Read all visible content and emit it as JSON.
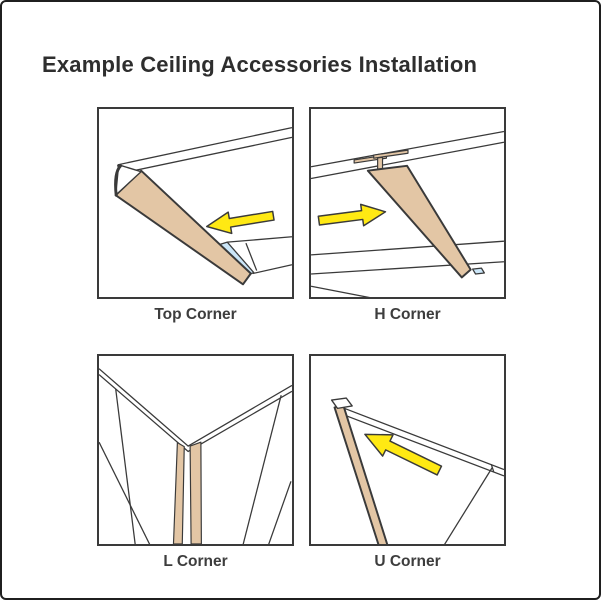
{
  "page": {
    "title": "Example Ceiling Accessories Installation"
  },
  "colors": {
    "page_bg": "#ffffff",
    "page_border": "#1f1f1f",
    "title_text": "#2e2e2e",
    "caption_text": "#3d3d3d",
    "line_dark": "#3a3a3a",
    "accessory_tan": "#e3c6a5",
    "panel_blue": "#cbe6f8",
    "arrow_yellow": "#ffe913"
  },
  "diagram": {
    "panels": [
      {
        "label": "Top Corner",
        "arrow_direction": "left"
      },
      {
        "label": "H Corner",
        "arrow_direction": "right"
      },
      {
        "label": "L Corner",
        "arrow_direction": "none"
      },
      {
        "label": "U Corner",
        "arrow_direction": "up-left"
      }
    ]
  }
}
